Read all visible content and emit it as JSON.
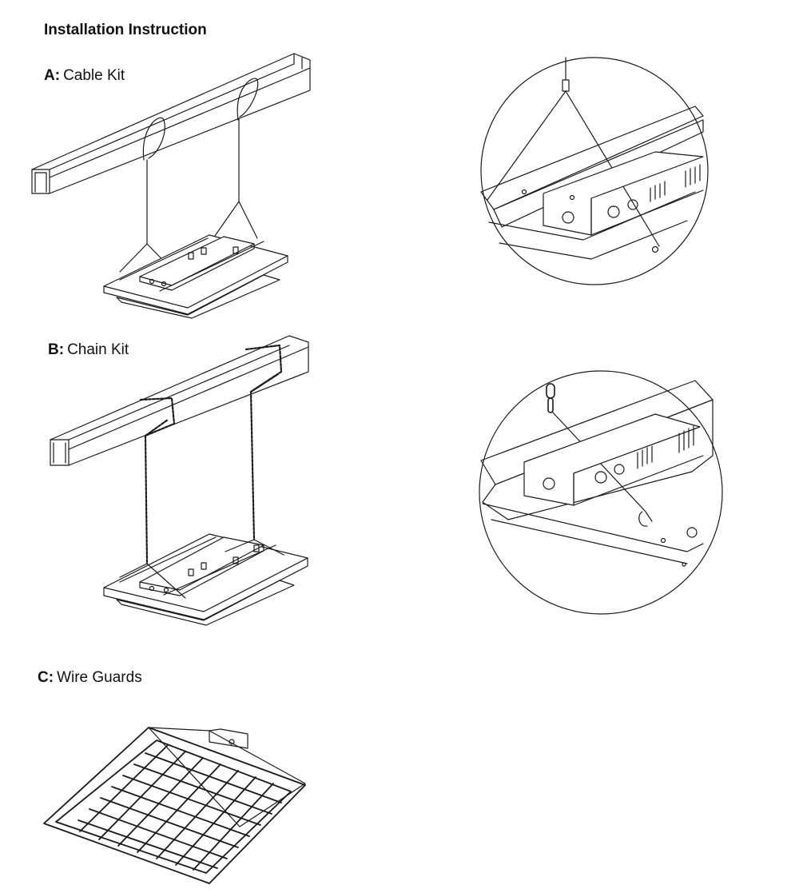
{
  "title": "Installation Instruction",
  "sections": [
    {
      "key": "A:",
      "label": "Cable Kit"
    },
    {
      "key": "B:",
      "label": "Chain Kit"
    },
    {
      "key": "C:",
      "label": "Wire Guards"
    }
  ],
  "colors": {
    "line": "#1a1a1a",
    "background": "#ffffff"
  }
}
